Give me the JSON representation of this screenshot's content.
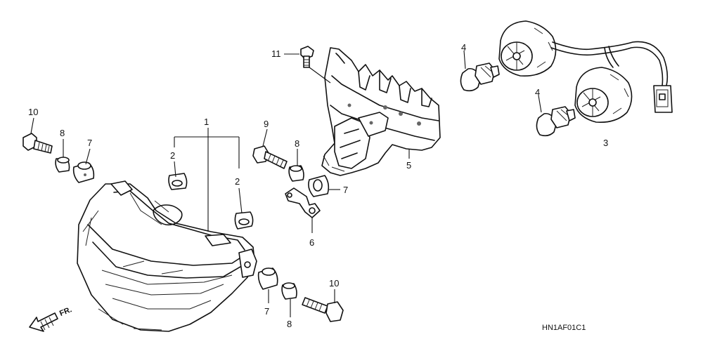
{
  "diagram": {
    "callouts": {
      "c1": "1",
      "c2a": "2",
      "c2b": "2",
      "c3": "3",
      "c4a": "4",
      "c4b": "4",
      "c5": "5",
      "c6": "6",
      "c7a": "7",
      "c7b": "7",
      "c7c": "7",
      "c8a": "8",
      "c8b": "8",
      "c8c": "8",
      "c9": "9",
      "c10a": "10",
      "c10b": "10",
      "c11": "11"
    },
    "front_label": "FR.",
    "diagram_code": "HN1AF01C1"
  }
}
